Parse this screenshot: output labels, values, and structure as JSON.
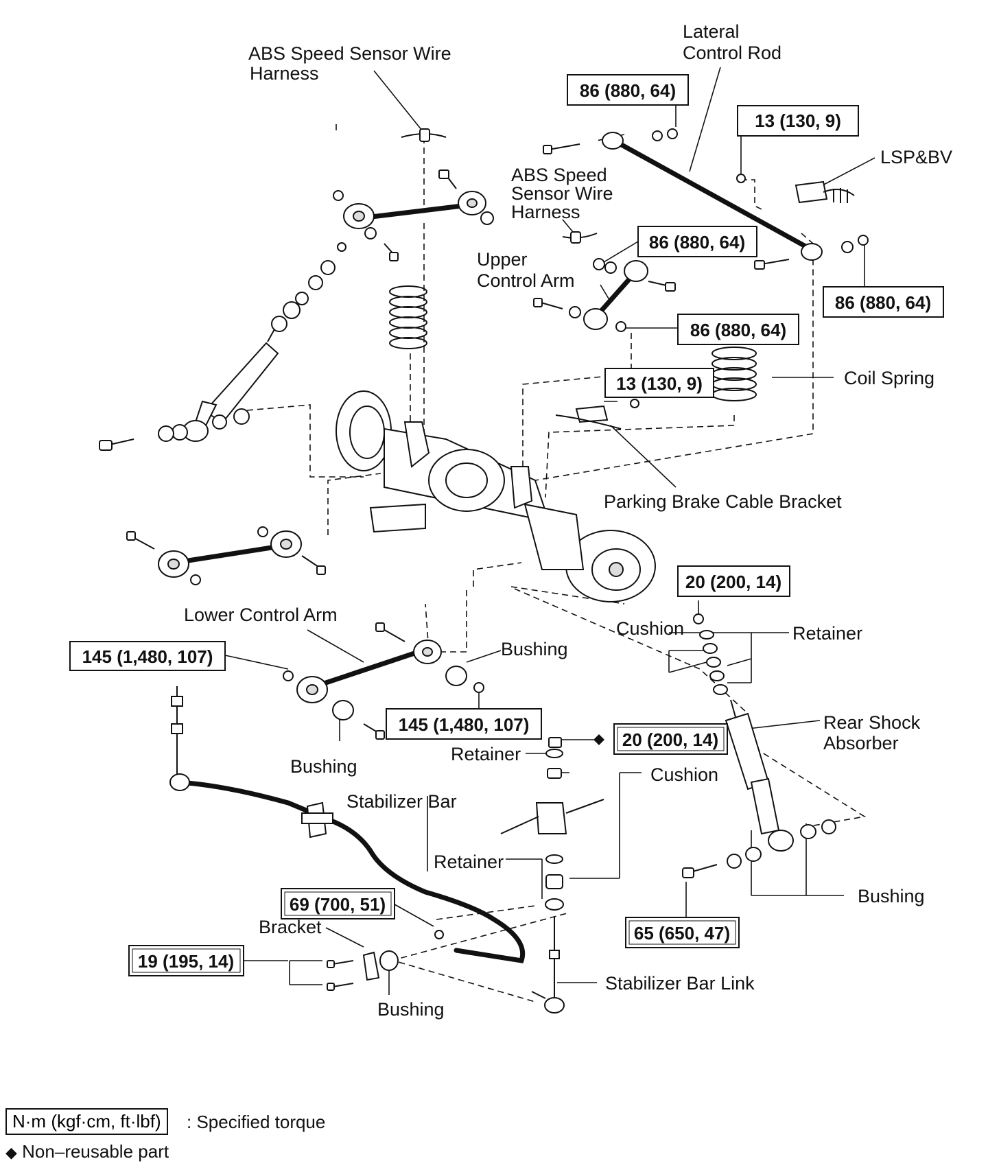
{
  "labels": {
    "abs_wire_1_line1": "ABS Speed Sensor Wire",
    "abs_wire_1_line2": "Harness",
    "lateral_line1": "Lateral",
    "lateral_line2": "Control Rod",
    "lspbv": "LSP&BV",
    "abs_wire_2_line1": "ABS Speed",
    "abs_wire_2_line2": "Sensor Wire",
    "abs_wire_2_line3": "Harness",
    "upper_line1": "Upper",
    "upper_line2": "Control Arm",
    "coil_spring": "Coil Spring",
    "parking_brake": "Parking Brake Cable Bracket",
    "lower_control_arm": "Lower Control Arm",
    "bushing_1": "Bushing",
    "bushing_2": "Bushing",
    "bushing_3": "Bushing",
    "bushing_4": "Bushing",
    "cushion_1": "Cushion",
    "cushion_2": "Cushion",
    "retainer_1": "Retainer",
    "retainer_2": "Retainer",
    "retainer_3": "Retainer",
    "rear_shock_line1": "Rear Shock",
    "rear_shock_line2": "Absorber",
    "stabilizer_bar": "Stabilizer Bar",
    "bracket": "Bracket",
    "stabilizer_bar_link": "Stabilizer Bar Link"
  },
  "torques": {
    "t_86_top": "86 (880, 64)",
    "t_13_top": "13 (130, 9)",
    "t_86_upper": "86 (880, 64)",
    "t_86_right": "86 (880, 64)",
    "t_86_mid": "86 (880, 64)",
    "t_13_mid": "13 (130, 9)",
    "t_20_upper": "20 (200, 14)",
    "t_145_left": "145 (1,480, 107)",
    "t_145_mid": "145 (1,480, 107)",
    "t_20_lower": "20 (200, 14)",
    "t_69": "69 (700, 51)",
    "t_19": "19 (195, 14)",
    "t_65": "65 (650, 47)"
  },
  "legend": {
    "unit_box": "N·m (kgf·cm, ft·lbf)",
    "unit_desc": ": Specified torque",
    "non_reusable_mark": "◆",
    "non_reusable": "Non–reusable part"
  }
}
